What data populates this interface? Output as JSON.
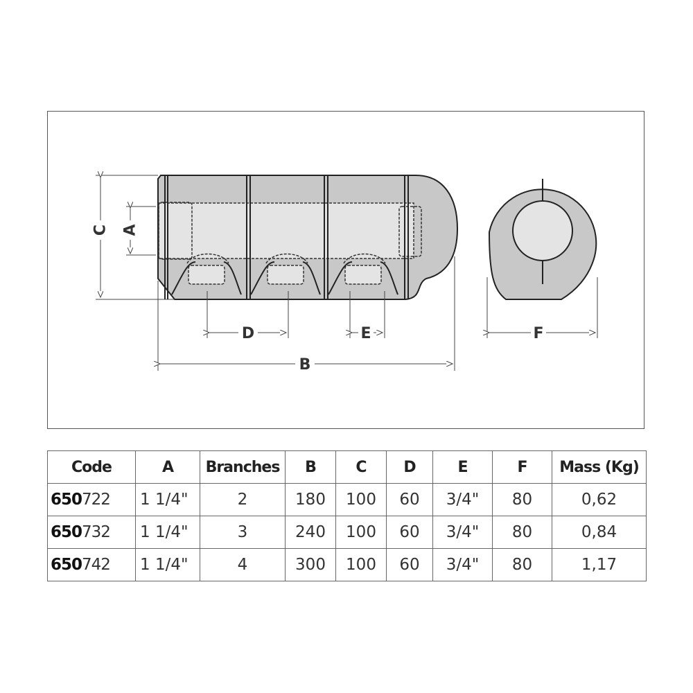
{
  "diagram": {
    "labels": {
      "A": "A",
      "B": "B",
      "C": "C",
      "D": "D",
      "E": "E",
      "F": "F"
    },
    "colors": {
      "body": "#c8c8c8",
      "light": "#e4e4e4",
      "stroke": "#222"
    }
  },
  "table": {
    "headers": [
      "Code",
      "A",
      "Branches",
      "B",
      "C",
      "D",
      "E",
      "F",
      "Mass (Kg)"
    ],
    "rows": [
      {
        "code_prefix": "650",
        "code_suffix": "722",
        "A": "1 1/4\"",
        "branches": "2",
        "B": "180",
        "C": "100",
        "D": "60",
        "E": "3/4\"",
        "F": "80",
        "mass": "0,62"
      },
      {
        "code_prefix": "650",
        "code_suffix": "732",
        "A": "1 1/4\"",
        "branches": "3",
        "B": "240",
        "C": "100",
        "D": "60",
        "E": "3/4\"",
        "F": "80",
        "mass": "0,84"
      },
      {
        "code_prefix": "650",
        "code_suffix": "742",
        "A": "1 1/4\"",
        "branches": "4",
        "B": "300",
        "C": "100",
        "D": "60",
        "E": "3/4\"",
        "F": "80",
        "mass": "1,17"
      }
    ]
  }
}
